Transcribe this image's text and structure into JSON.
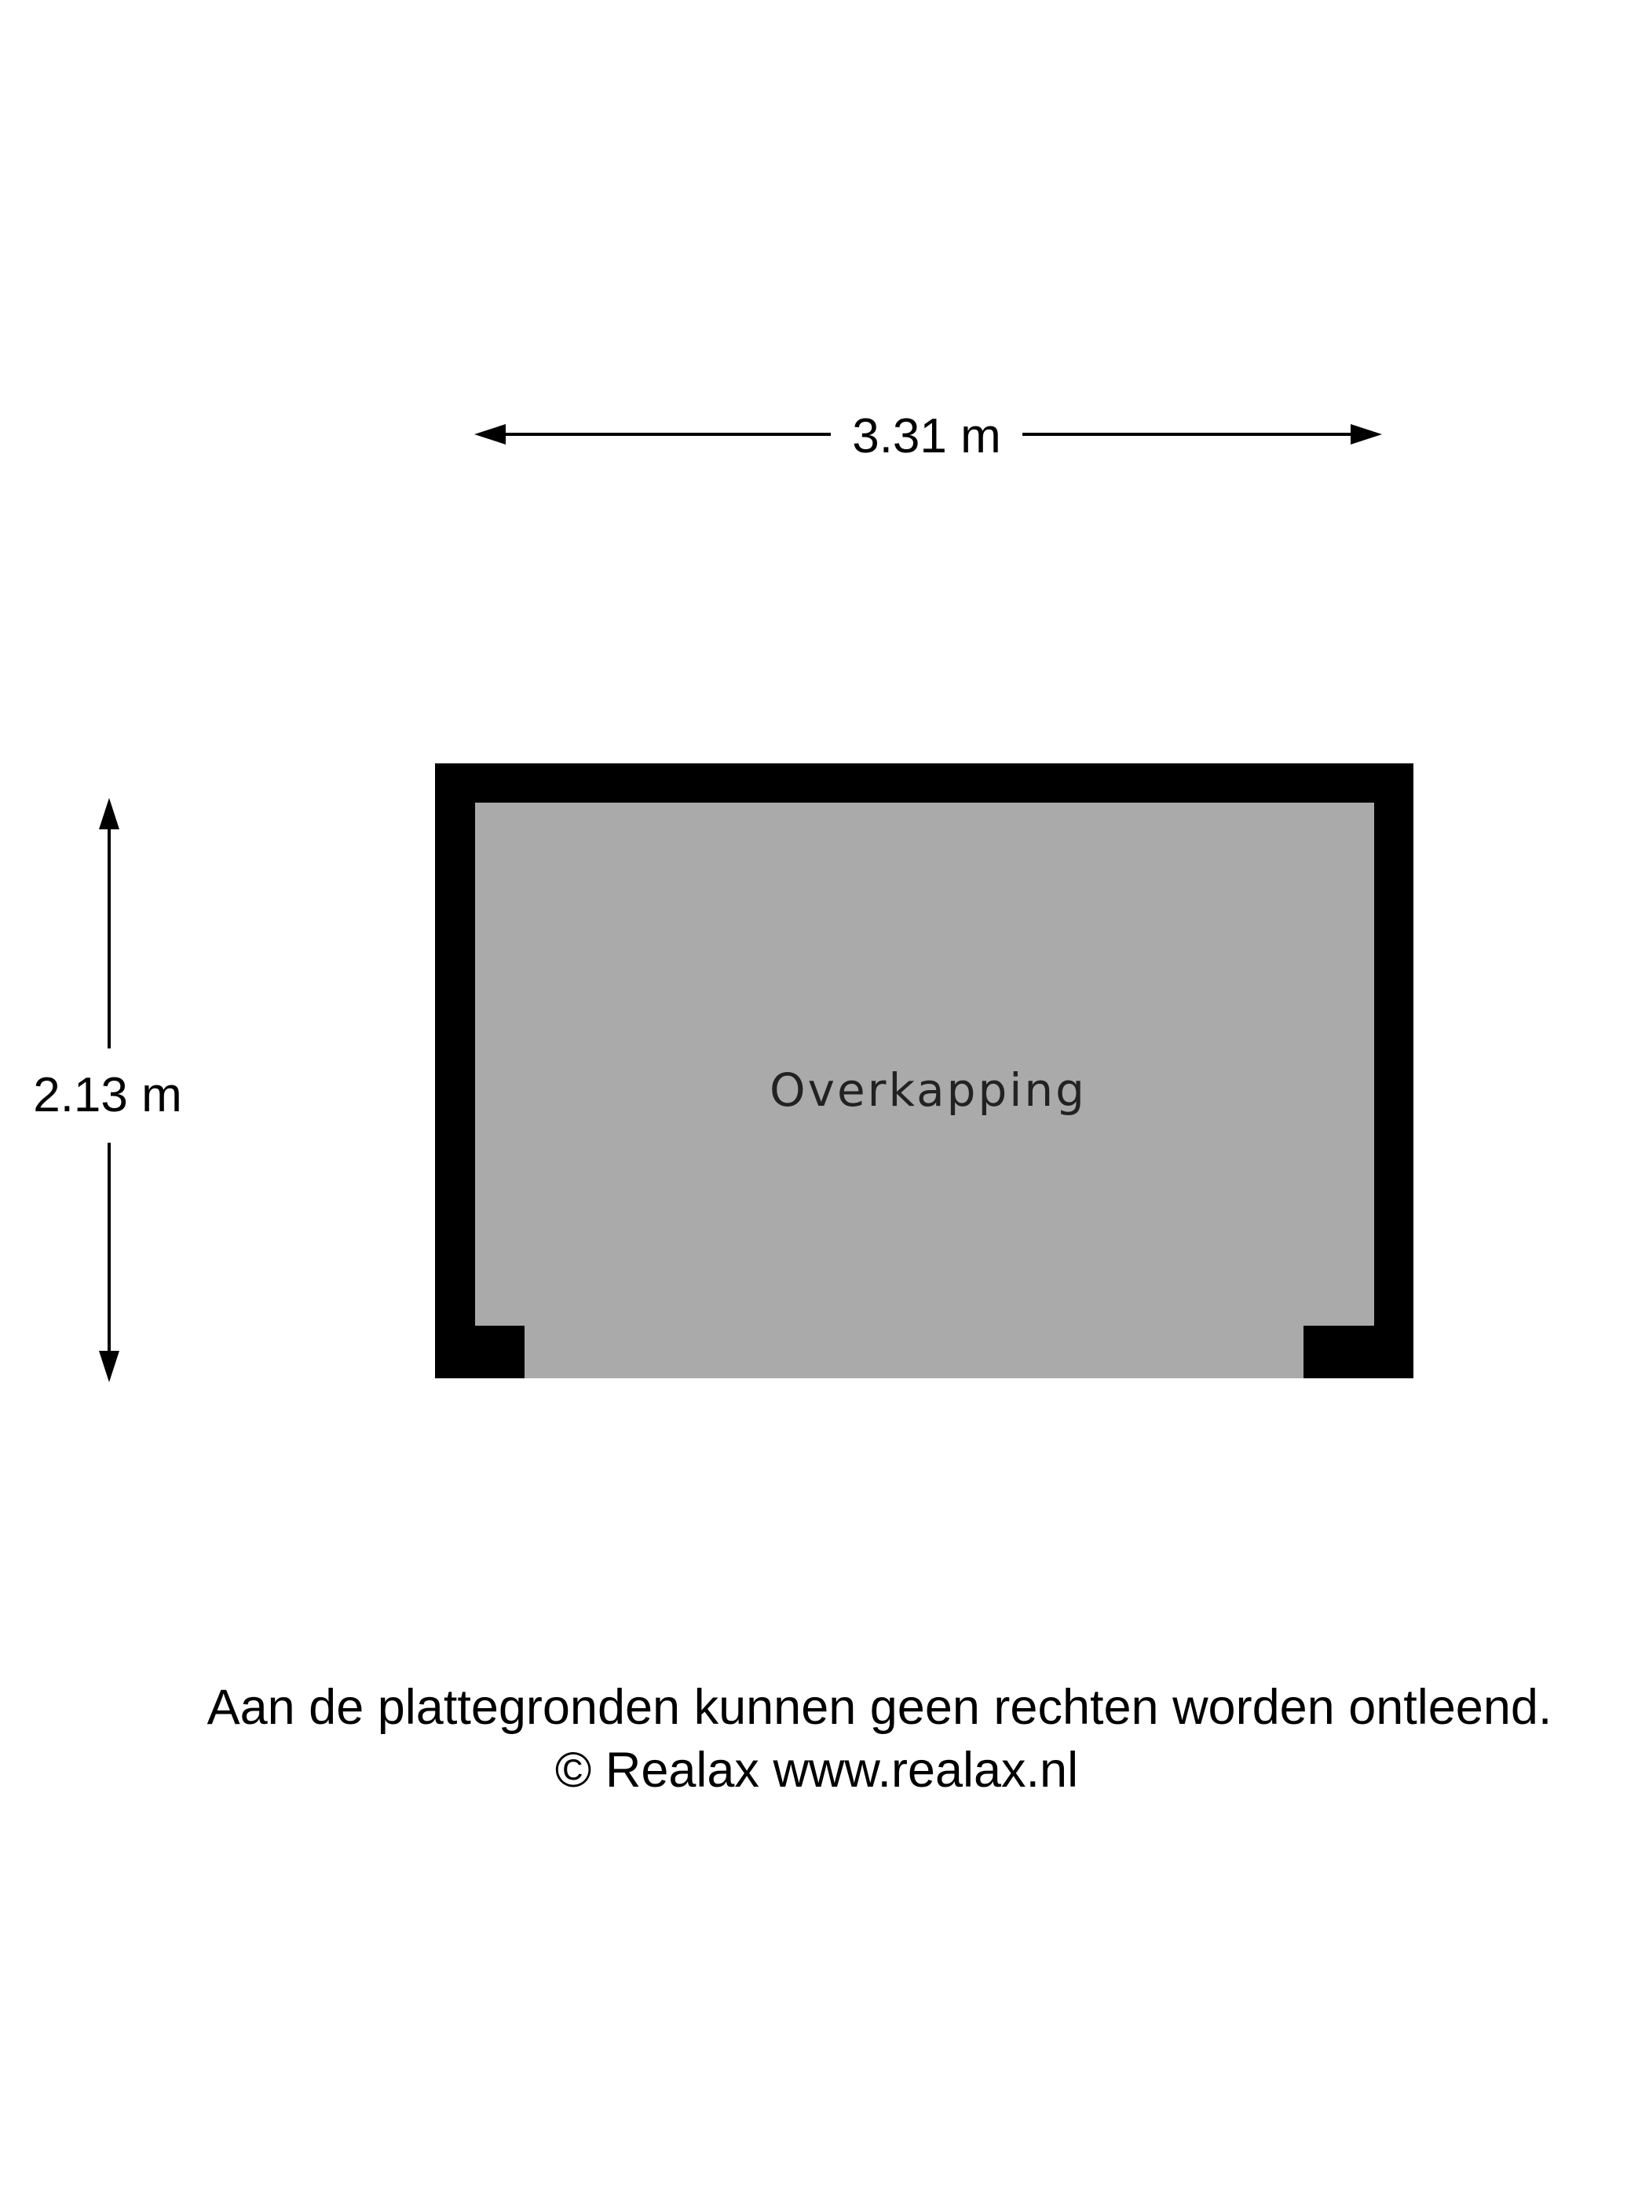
{
  "floorplan": {
    "room": {
      "label": "Overkapping",
      "width_label": "3.31 m",
      "depth_label": "2.13 m",
      "floor_color": "#aaaaaa",
      "wall_color": "#000000"
    },
    "footer": {
      "disclaimer": "Aan de plattegronden kunnen geen rechten worden ontleend.",
      "copyright": "© Realax www.realax.nl"
    }
  }
}
